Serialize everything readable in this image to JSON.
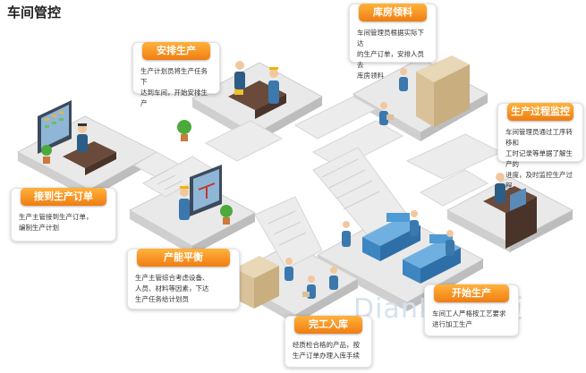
{
  "page": {
    "title": "车间管控",
    "watermark": "DianMai点迈"
  },
  "steps": {
    "receive_order": {
      "title": "接到生产订单",
      "text": [
        "生产主管接到生产订单，",
        "编制生产计划"
      ]
    },
    "capacity": {
      "title": "产能平衡",
      "text": [
        "生产主管综合考虑设备、",
        "人员、材料等因素，下达",
        "生产任务给计划员"
      ]
    },
    "arrange": {
      "title": "安排生产",
      "text": [
        "生产计划员将生产任务下",
        "达到车间，开始安排生产"
      ]
    },
    "warehouse_pick": {
      "title": "库房领料",
      "text": [
        "车间管理员根据实际下达",
        "的生产订单，安排人员去",
        "库房领料"
      ]
    },
    "process_monitor": {
      "title": "生产过程监控",
      "text": [
        "车间管理员通过工序转移和",
        "工时记录等单据了解生产的",
        "进度，及时监控生产过程"
      ]
    },
    "start_production": {
      "title": "开始生产",
      "text": [
        "车间工人严格按工艺要求",
        "进行加工生产"
      ]
    },
    "finish_storage": {
      "title": "完工入库",
      "text": [
        "经质检合格的产品，按",
        "生产订单办理入库手续"
      ]
    }
  }
}
